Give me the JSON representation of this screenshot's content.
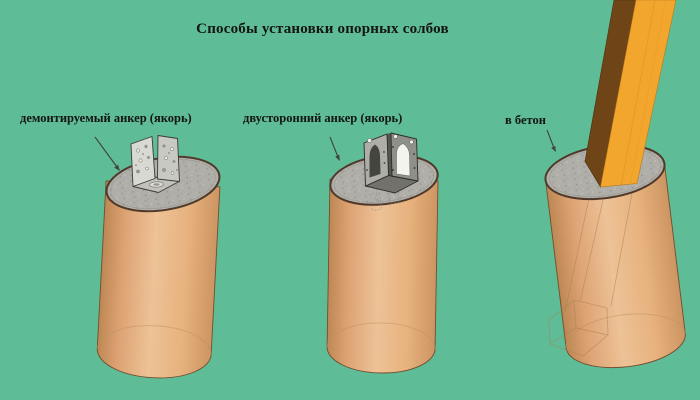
{
  "title": "Способы установки опорных солбов",
  "figures": [
    {
      "name": "demountable-anchor",
      "label": "демонтируемый анкер (якорь)"
    },
    {
      "name": "two-sided-anchor",
      "label": "двусторонний анкер (якорь)"
    },
    {
      "name": "in-concrete",
      "label": "в бетон"
    }
  ],
  "colors": {
    "background": "#5ebc96",
    "text": "#141414",
    "cylinder_tan": "#e6b07e",
    "concrete_top": "#b0aea8",
    "rim_brown": "#50392a",
    "metal_light": "#d9d9d3",
    "metal_dark": "#90908a",
    "post_orange": "#f2a62e",
    "post_brown": "#6f4517",
    "arrow": "#434340"
  }
}
